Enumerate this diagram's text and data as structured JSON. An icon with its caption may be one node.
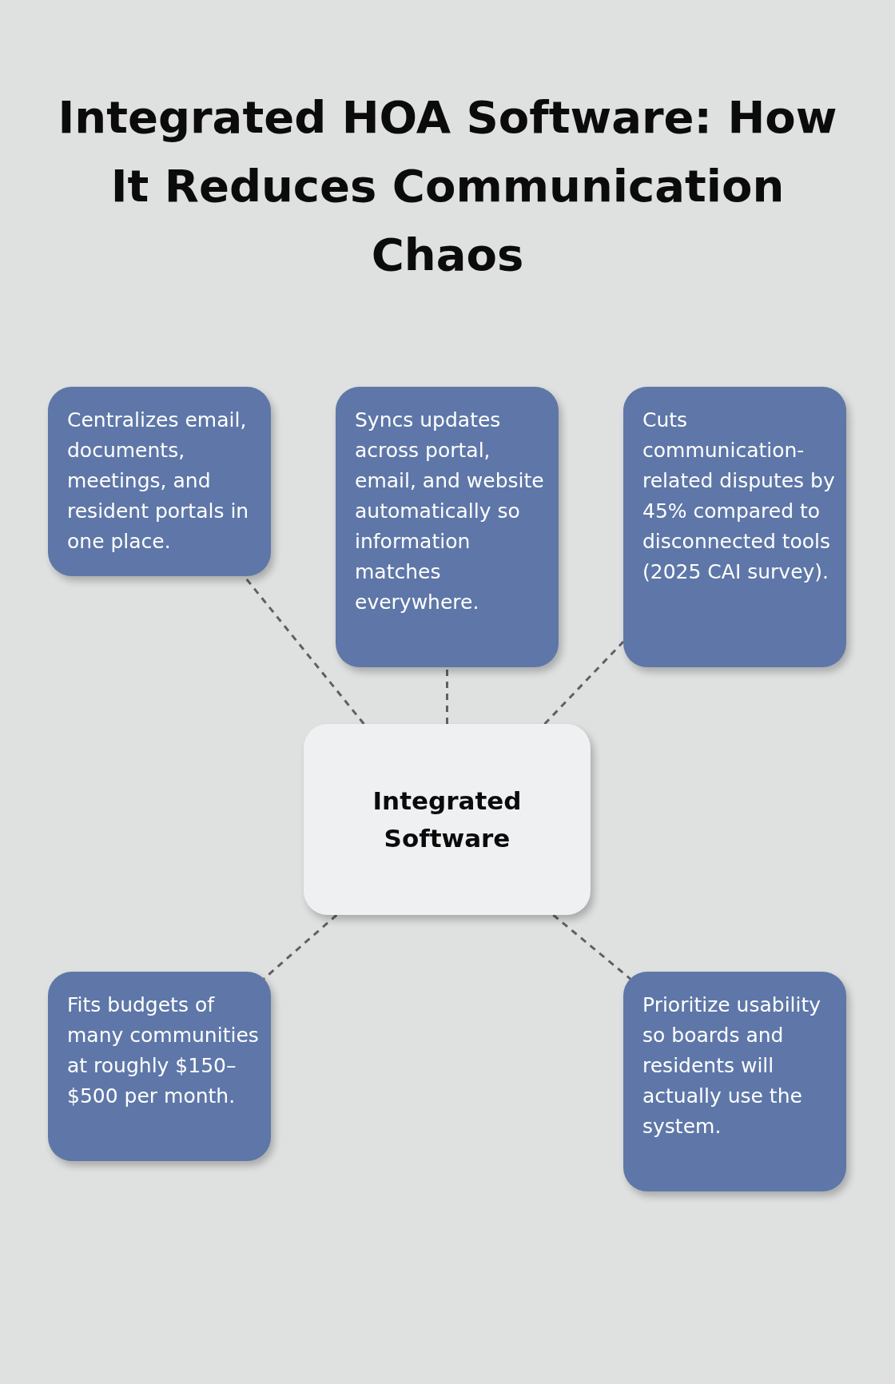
{
  "diagram": {
    "title": "Integrated HOA Software: How It Reduces Communication Chaos",
    "nodes": [
      {
        "text": [
          "Centralizes email, documents, meetings, and resident portals in one place."
        ]
      },
      {
        "text": [
          "Syncs updates across portal, email, and website automatically so information matches everywhere."
        ]
      },
      {
        "text": [
          "Cuts communication-related disputes by 45% compared to disconnected tools (2025 CAI survey)."
        ]
      },
      {
        "text": [
          "Integrated Software"
        ]
      },
      {
        "text": [
          "Fits budgets of many communities at roughly $150–$500 per month."
        ]
      },
      {
        "text": [
          "Prioritize usability so boards and residents will actually use the system."
        ]
      }
    ],
    "edges": [
      {
        "from": 3,
        "to": 0,
        "arrow": "none",
        "style": "dashed"
      },
      {
        "from": 3,
        "to": 1,
        "arrow": "none",
        "style": "dashed"
      },
      {
        "from": 3,
        "to": 2,
        "arrow": "none",
        "style": "dashed"
      },
      {
        "from": 3,
        "to": 4,
        "arrow": "none",
        "style": "dashed"
      },
      {
        "from": 3,
        "to": 5,
        "arrow": "none",
        "style": "dashed"
      }
    ]
  }
}
